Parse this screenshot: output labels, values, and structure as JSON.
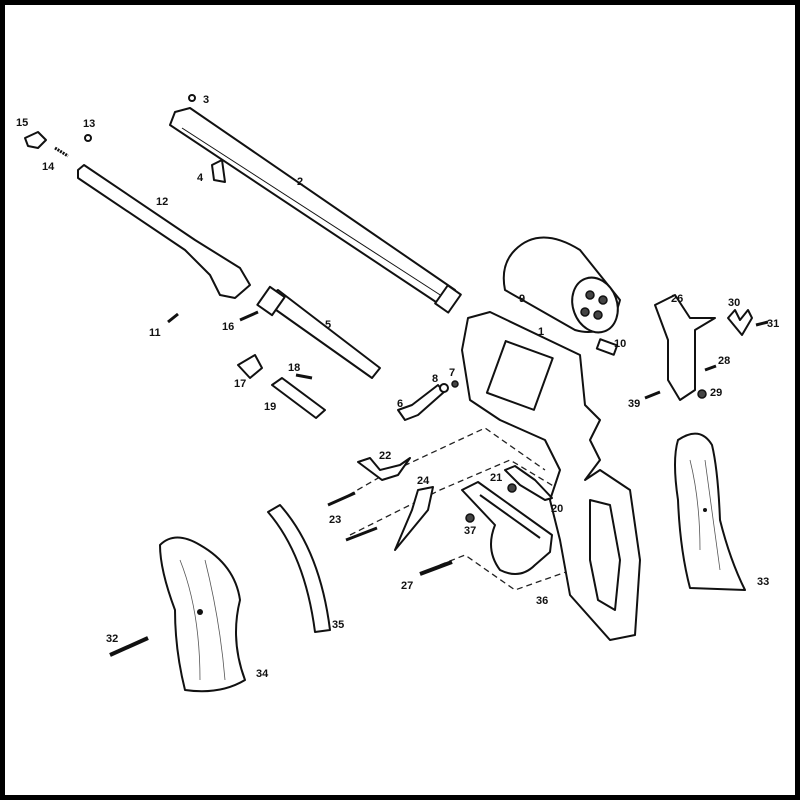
{
  "diagram": {
    "type": "exploded-parts-diagram",
    "part_labels": [
      "1",
      "2",
      "3",
      "4",
      "5",
      "6",
      "7",
      "8",
      "9",
      "10",
      "11",
      "12",
      "13",
      "14",
      "15",
      "16",
      "17",
      "18",
      "19",
      "20",
      "21",
      "22",
      "23",
      "24",
      "26",
      "27",
      "28",
      "29",
      "30",
      "31",
      "32",
      "33",
      "34",
      "35",
      "36",
      "37",
      "39"
    ]
  }
}
